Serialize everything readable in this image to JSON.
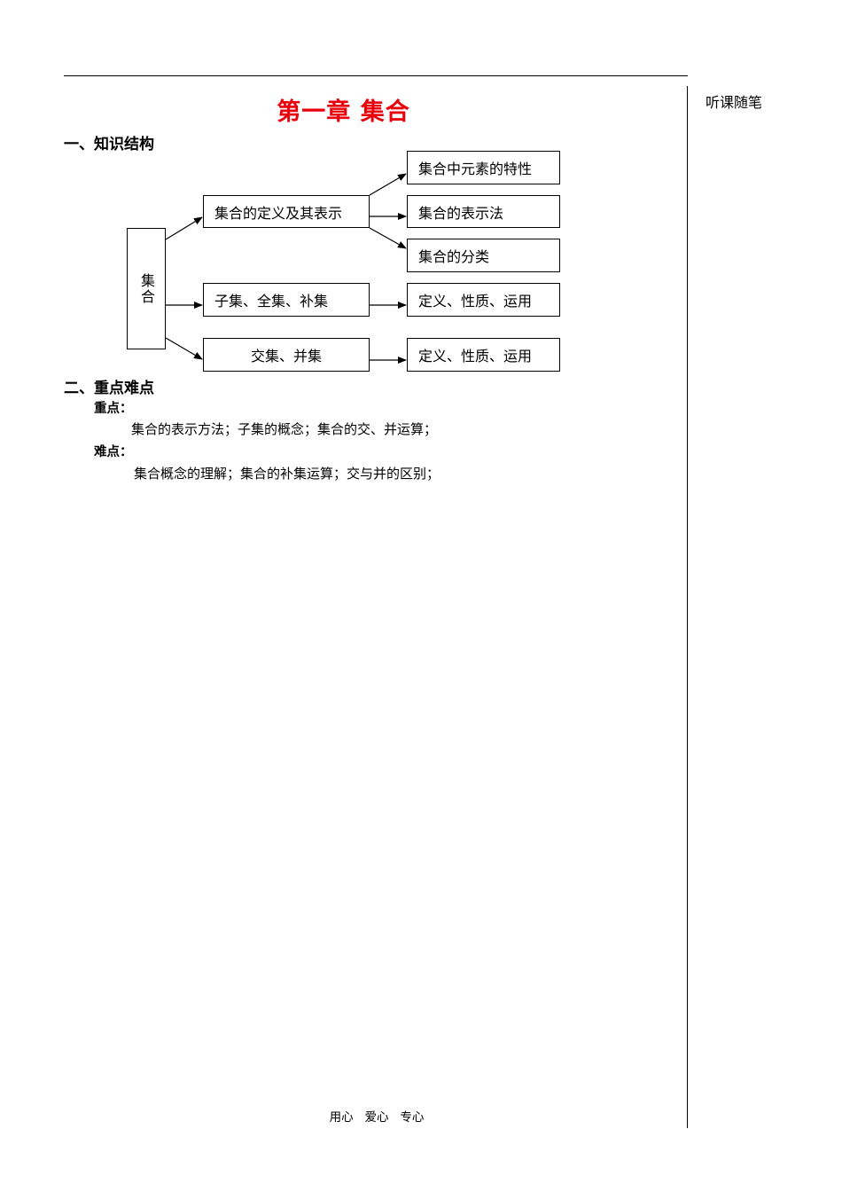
{
  "notes_label": "听课随笔",
  "chapter_title": "第一章  集合",
  "section1": {
    "title": "一、知识结构"
  },
  "diagram": {
    "root": "集合",
    "level1": [
      "集合的定义及其表示",
      "子集、全集、补集",
      "交集、并集"
    ],
    "level2": [
      "集合中元素的特性",
      "集合的表示法",
      "集合的分类",
      "定义、性质、运用",
      "定义、性质、运用"
    ]
  },
  "section2": {
    "title": "二、重点难点",
    "key_label": "重点：",
    "key_text": "集合的表示方法；子集的概念；集合的交、并运算；",
    "difficult_label": "难点：",
    "difficult_text": "集合概念的理解；集合的补集运算；交与并的区别；"
  },
  "footer": "用心   爱心   专心"
}
